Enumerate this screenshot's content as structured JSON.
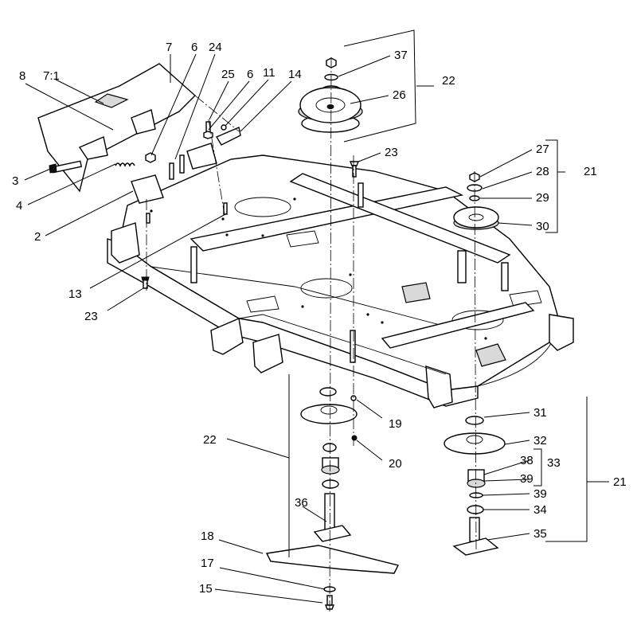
{
  "labels": {
    "l7": "7",
    "l6a": "6",
    "l24": "24",
    "l8": "8",
    "l7_1": "7:1",
    "l25": "25",
    "l6b": "6",
    "l11": "11",
    "l14": "14",
    "l37": "37",
    "l22a": "22",
    "l26": "26",
    "l23a": "23",
    "l27": "27",
    "l28": "28",
    "l21a": "21",
    "l29": "29",
    "l30": "30",
    "l3": "3",
    "l4": "4",
    "l2": "2",
    "l13": "13",
    "l23b": "23",
    "l19": "19",
    "l20": "20",
    "l22b": "22",
    "l36": "36",
    "l31": "31",
    "l32": "32",
    "l38": "38",
    "l33": "33",
    "l39a": "39",
    "l21b": "21",
    "l39b": "39",
    "l34": "34",
    "l35": "35",
    "l18": "18",
    "l17": "17",
    "l15": "15"
  }
}
